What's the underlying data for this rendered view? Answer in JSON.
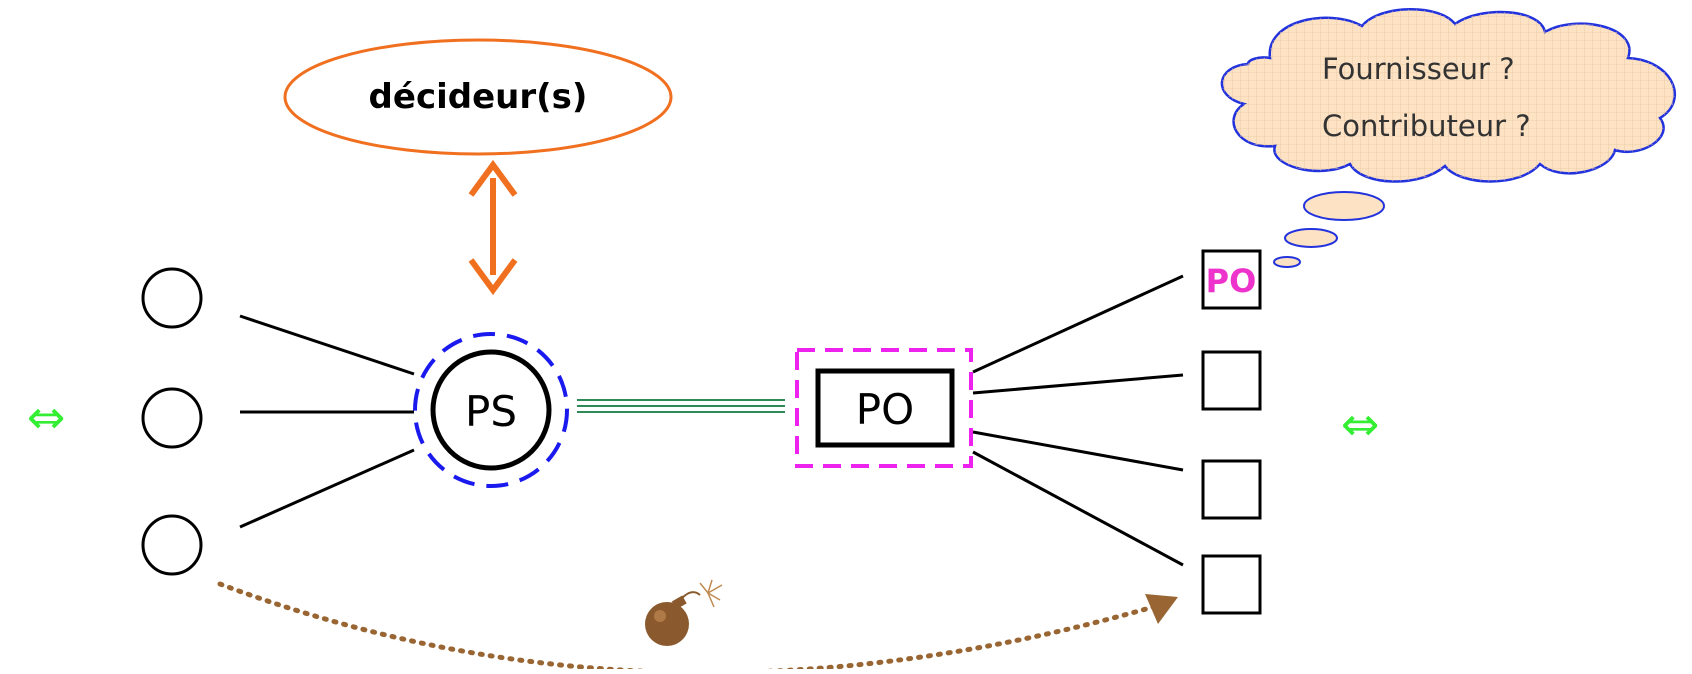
{
  "decider": {
    "label": "décideur(s)",
    "color": "#f07020"
  },
  "ps_node": {
    "label": "PS",
    "ring_color": "#1a1aee"
  },
  "po_node": {
    "label": "PO",
    "frame_color": "#ee22ee"
  },
  "po_small_node": {
    "label": "PO",
    "color": "#ee33cc"
  },
  "thought_cloud": {
    "line1": "Fournisseur ?",
    "line2": "Contributeur ?",
    "fill_color": "#fde2c4",
    "outline_color": "#2233dd"
  },
  "equivalence_symbol": {
    "left": "⇔",
    "right": "⇔",
    "color": "#33ee33"
  },
  "link_colors": {
    "lines": "#000000",
    "double_link": "#2e8b57",
    "dotted_arrow": "#996633",
    "bidirectional_arrow": "#f07020"
  }
}
